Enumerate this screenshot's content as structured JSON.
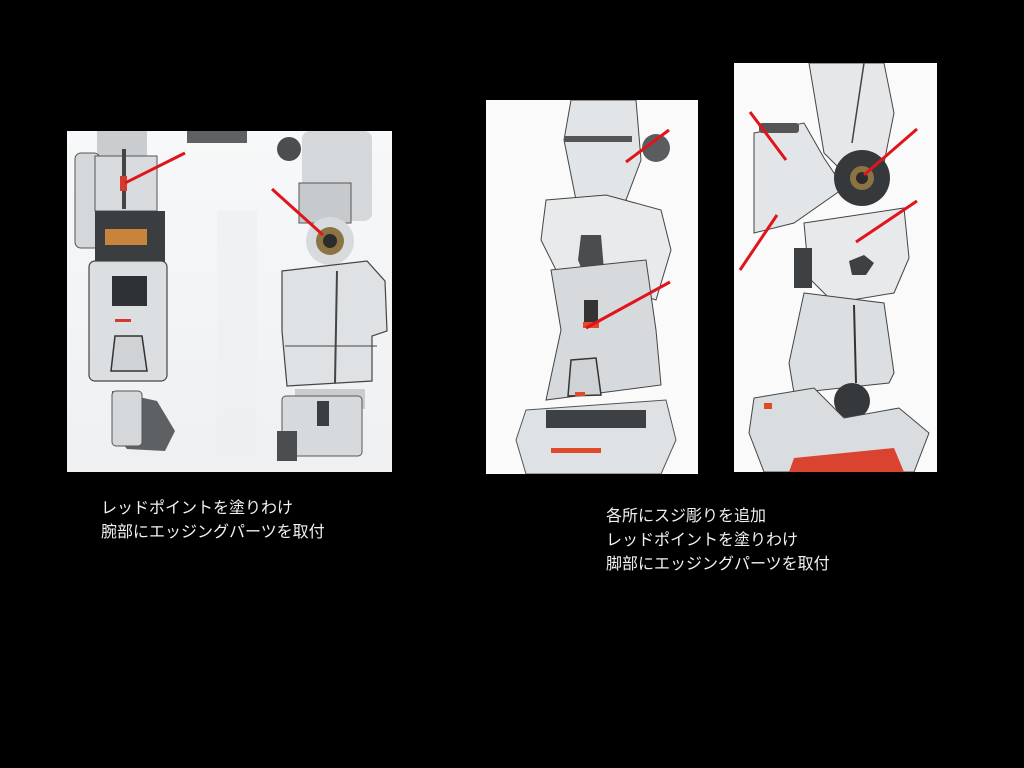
{
  "slide": {
    "background": "#000000",
    "annotation_color": "#e0141b"
  },
  "photos": [
    {
      "id": "arm-photo",
      "subject": "forearm parts, front and side views",
      "annotations": 2
    },
    {
      "id": "leg-front-photo",
      "subject": "leg, front view",
      "annotations": 2
    },
    {
      "id": "leg-side-photo",
      "subject": "leg, side view",
      "annotations": 4
    }
  ],
  "captions": {
    "arm": {
      "lines": [
        "レッドポイントを塗りわけ",
        "腕部にエッジングパーツを取付"
      ]
    },
    "leg": {
      "lines": [
        "各所にスジ彫りを追加",
        "レッドポイントを塗りわけ",
        "脚部にエッジングパーツを取付"
      ]
    }
  }
}
